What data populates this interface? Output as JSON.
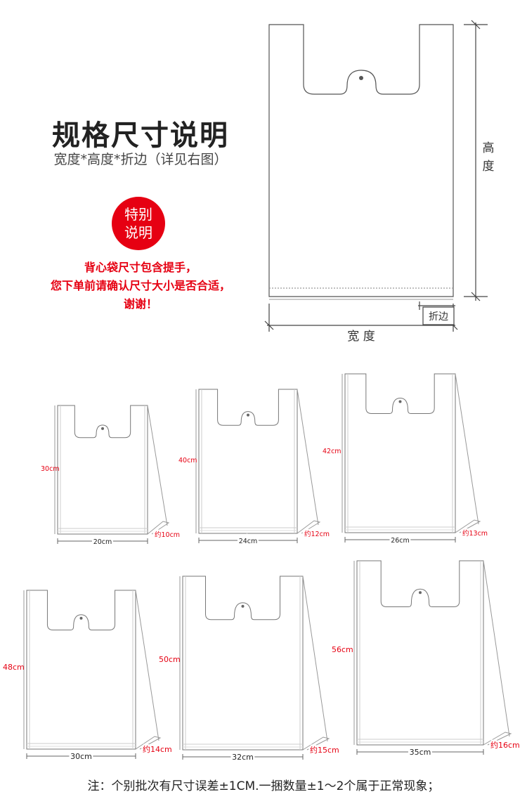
{
  "header": {
    "title": "规格尺寸说明",
    "subtitle": "宽度*高度*折边（详见右图）"
  },
  "badge": {
    "line1": "特别",
    "line2": "说明"
  },
  "notice": {
    "line1": "背心袋尺寸包含提手，",
    "line2": "您下单前请确认尺寸大小是否合适，",
    "line3": "谢谢！"
  },
  "diagram": {
    "height_label": "高\n度",
    "height_label_top": "高",
    "height_label_bottom": "度",
    "width_label": "宽 度",
    "fold_label": "折边"
  },
  "sizes": [
    {
      "width": "20cm",
      "height": "30cm",
      "fold": "约10cm"
    },
    {
      "width": "24cm",
      "height": "40cm",
      "fold": "约12cm"
    },
    {
      "width": "26cm",
      "height": "42cm",
      "fold": "约13cm"
    },
    {
      "width": "30cm",
      "height": "48cm",
      "fold": "约14cm"
    },
    {
      "width": "32cm",
      "height": "50cm",
      "fold": "约15cm"
    },
    {
      "width": "35cm",
      "height": "56cm",
      "fold": "约16cm"
    }
  ],
  "footer": {
    "note": "注：个别批次有尺寸误差±1CM.一捆数量±1～2个属于正常现象；"
  },
  "colors": {
    "accent": "#e60012",
    "line": "#666666"
  }
}
